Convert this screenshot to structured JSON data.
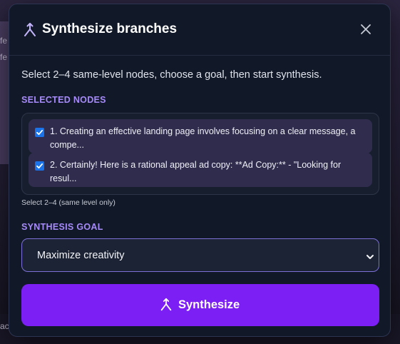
{
  "background": {
    "snippets": [
      "fe",
      "fe",
      "ac"
    ]
  },
  "dialog": {
    "title": "Synthesize branches",
    "title_icon": "merge-branch-icon",
    "close_icon": "close-icon",
    "instructions": "Select 2–4 same-level nodes, choose a goal, then start synthesis.",
    "selected_nodes_label": "SELECTED NODES",
    "nodes": [
      {
        "checked": true,
        "text": "1. Creating an effective landing page involves focusing on a clear message, a compe..."
      },
      {
        "checked": true,
        "text": "2. Certainly! Here is a rational appeal ad copy: **Ad Copy:** - \"Looking for resul..."
      }
    ],
    "selection_hint": "Select 2–4 (same level only)",
    "goal_label": "SYNTHESIS GOAL",
    "goal_selected": "Maximize creativity",
    "submit_label": "Synthesize",
    "submit_icon": "merge-branch-icon"
  },
  "colors": {
    "accent": "#7c1ff5",
    "label": "#a78bfa",
    "checkbox": "#1a73e8"
  }
}
